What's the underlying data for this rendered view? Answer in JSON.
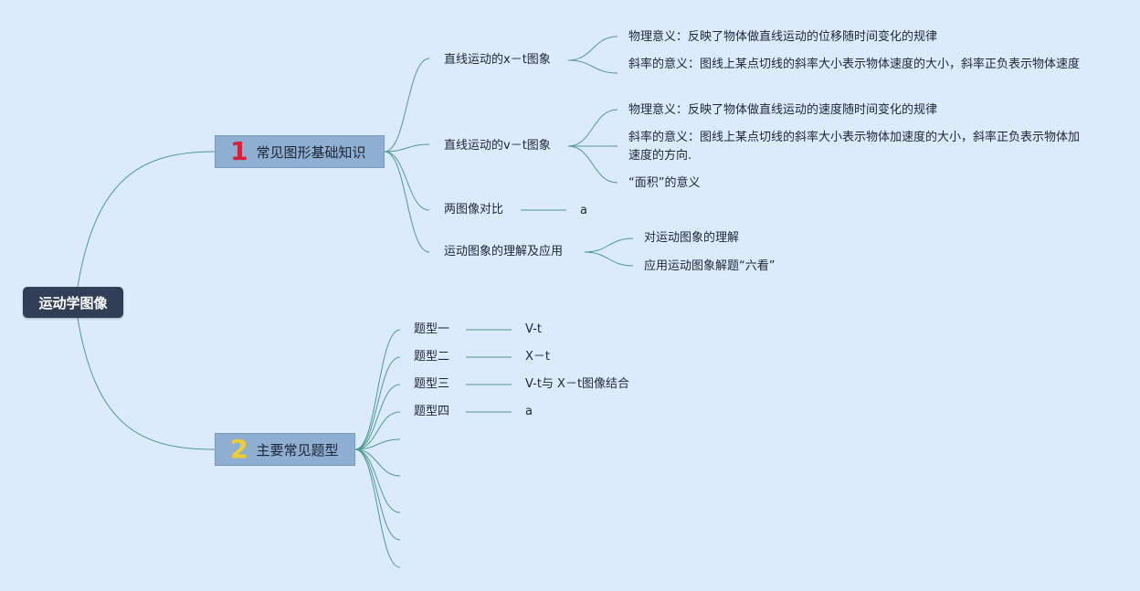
{
  "root": {
    "label": "运动学图像"
  },
  "colors": {
    "background": "#dcebfb",
    "root": "#323e55",
    "main_topic": "#8eaed2",
    "line": "#4f9a8c",
    "badge1": "#d6203a",
    "badge2": "#f2cd2e"
  },
  "main1": {
    "badge": "1",
    "label": "常见图形基础知识",
    "children": [
      {
        "label": "直线运动的x－t图象",
        "children": [
          {
            "label": "物理意义：反映了物体做直线运动的位移随时间变化的规律"
          },
          {
            "label": "斜率的意义：图线上某点切线的斜率大小表示物体速度的大小，斜率正负表示物体速度"
          }
        ]
      },
      {
        "label": "直线运动的v－t图象",
        "children": [
          {
            "label": "物理意义：反映了物体做直线运动的速度随时间变化的规律"
          },
          {
            "label": "斜率的意义：图线上某点切线的斜率大小表示物体加速度的大小，斜率正负表示物体加速度的方向."
          },
          {
            "label": "“面积”的意义"
          }
        ]
      },
      {
        "label": "两图像对比",
        "children": [
          {
            "label": "a"
          }
        ]
      },
      {
        "label": "运动图象的理解及应用",
        "children": [
          {
            "label": "对运动图象的理解"
          },
          {
            "label": "应用运动图象解题“六看”"
          }
        ]
      }
    ]
  },
  "main2": {
    "badge": "2",
    "label": "主要常见题型",
    "children": [
      {
        "label": "题型一",
        "children": [
          {
            "label": "V-t"
          }
        ]
      },
      {
        "label": "题型二",
        "children": [
          {
            "label": "X－t"
          }
        ]
      },
      {
        "label": "题型三",
        "children": [
          {
            "label": "V-t与 X－t图像结合"
          }
        ]
      },
      {
        "label": "题型四",
        "children": [
          {
            "label": "a"
          }
        ]
      }
    ]
  }
}
